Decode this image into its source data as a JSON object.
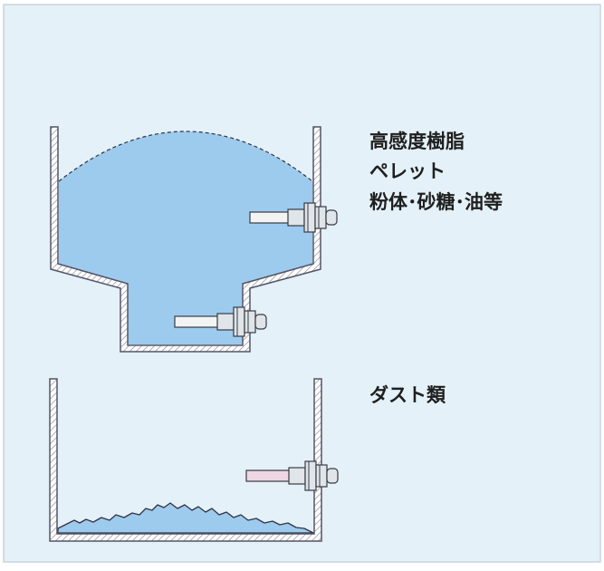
{
  "colors": {
    "background": "#e4f1f8",
    "frame": "#c8d4dc",
    "material": "#9ccbee",
    "wall": "#555566",
    "hatch": "#9a9aa8",
    "sensor_body": "#dfe5e8",
    "sensor_outline": "#3a3a44",
    "sensor_rod_upper": "#f2f4f4",
    "sensor_rod_lower": "#eed7e2"
  },
  "labels": {
    "upper": [
      "高感度樹脂",
      "ペレット",
      "粉体･砂糖･油等"
    ],
    "lower": [
      "ダスト類"
    ]
  },
  "icons": [
    "level-sensor-icon"
  ]
}
